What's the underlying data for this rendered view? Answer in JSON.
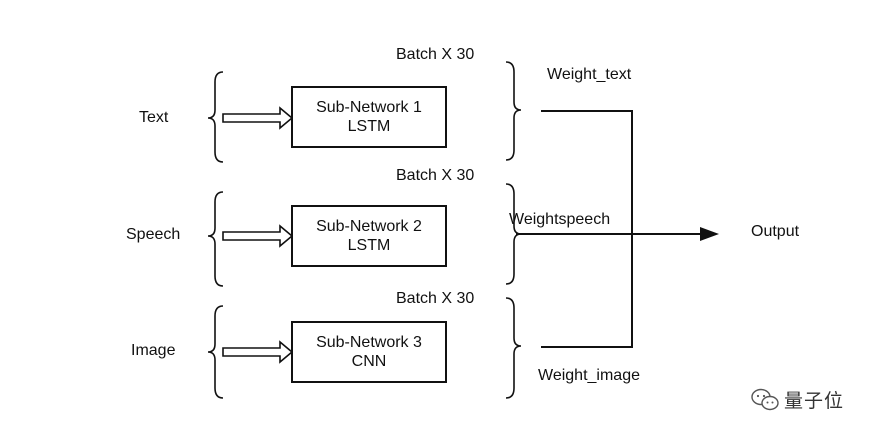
{
  "inputs": [
    {
      "label": "Text",
      "network": "Sub-Network 1",
      "model": "LSTM",
      "batch": "Batch X 30",
      "weight": "Weight_text"
    },
    {
      "label": "Speech",
      "network": "Sub-Network 2",
      "model": "LSTM",
      "batch": "Batch X 30",
      "weight": "Weightspeech"
    },
    {
      "label": "Image",
      "network": "Sub-Network 3",
      "model": "CNN",
      "batch": "Batch X 30",
      "weight": "Weight_image"
    }
  ],
  "output_label": "Output",
  "watermark": "量子位",
  "colors": {
    "stroke": "#111111",
    "background": "#ffffff"
  }
}
